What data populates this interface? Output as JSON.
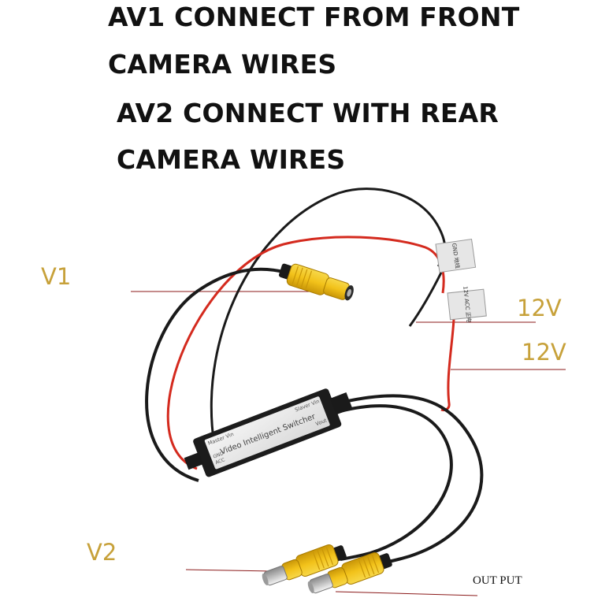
{
  "headlines": {
    "line1": "AV1 CONNECT FROM FRONT",
    "line2": "CAMERA WIRES",
    "line3": "AV2 CONNECT WITH REAR",
    "line4": "CAMERA WIRES"
  },
  "callouts": {
    "v1": "V1",
    "v2": "V2",
    "power_1": "12V",
    "power_2": "12V",
    "output": "OUT PUT"
  },
  "device": {
    "name": "Video Intelligent Switcher",
    "master": "Master Vin",
    "slaver": "Slaver Vin",
    "vout": "Vout",
    "gnd": "GND",
    "acc": "ACC"
  },
  "tags": {
    "gnd_tag": "GND 地线",
    "acc_tag": "12V ACC 正电"
  },
  "colors": {
    "heading": "#111111",
    "callout": "#c7a13a",
    "leader_line": "#8b1a1a",
    "wire_black": "#1a1a1a",
    "wire_red": "#d42a1e",
    "rca_yellow": "#f2c21a",
    "switch_body": "#1c1c1c",
    "switch_face": "#e9e9e9"
  }
}
